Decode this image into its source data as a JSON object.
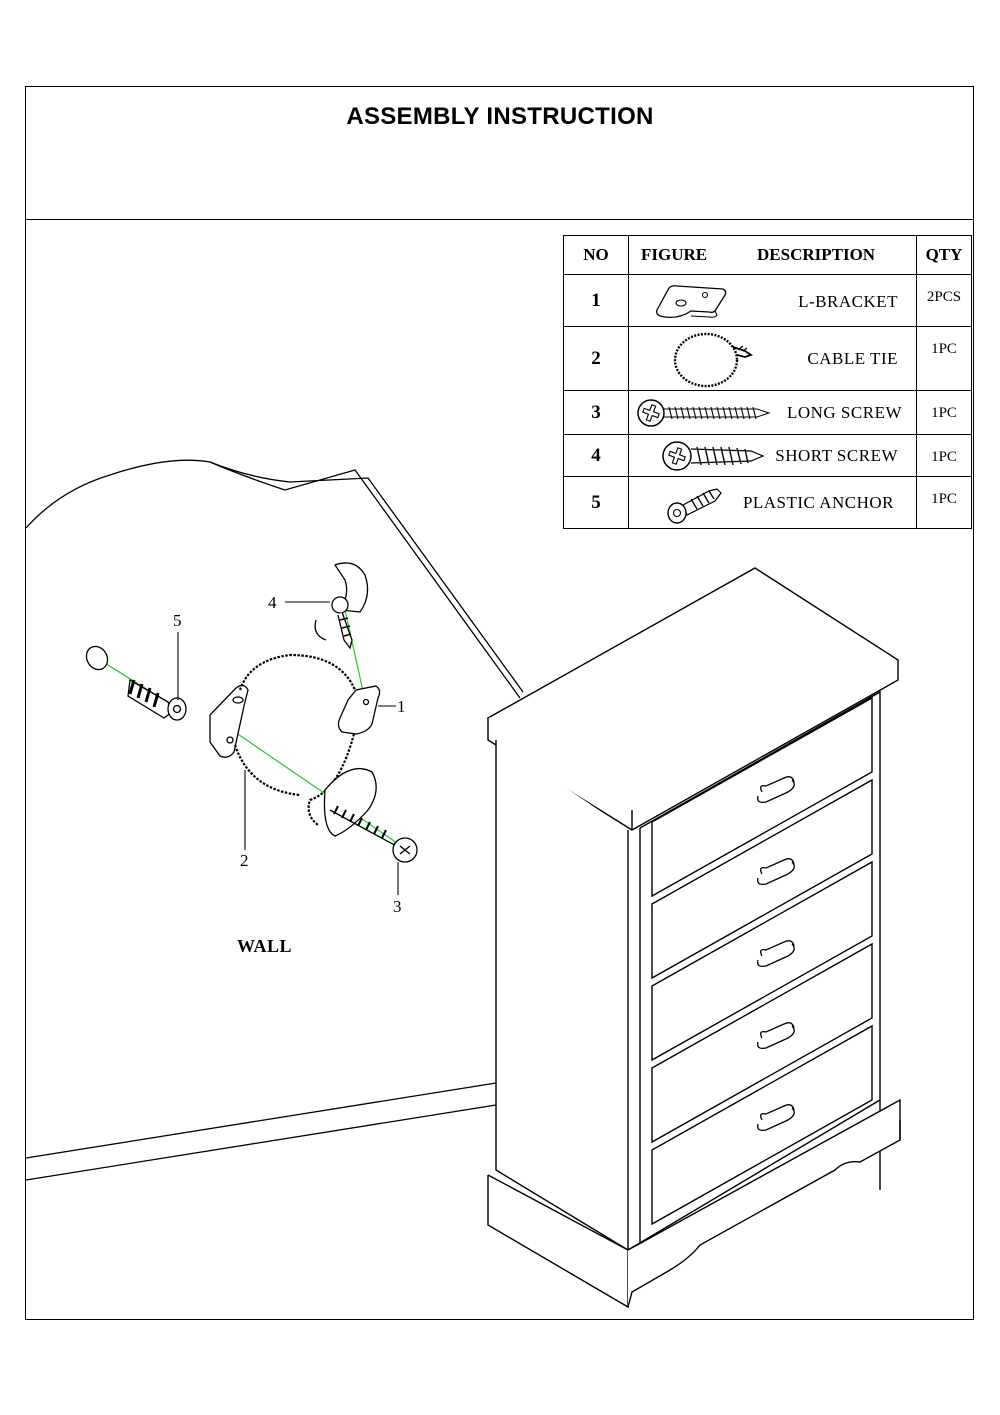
{
  "title": "ASSEMBLY INSTRUCTION",
  "table": {
    "headers": {
      "no": "NO",
      "figure": "FIGURE",
      "description": "DESCRIPTION",
      "qty": "QTY"
    },
    "rows": [
      {
        "no": "1",
        "description": "L-BRACKET",
        "qty": "2PCS",
        "icon": "l-bracket-icon"
      },
      {
        "no": "2",
        "description": "CABLE TIE",
        "qty": "1PC",
        "icon": "cable-tie-icon"
      },
      {
        "no": "3",
        "description": "LONG SCREW",
        "qty": "1PC",
        "icon": "long-screw-icon"
      },
      {
        "no": "4",
        "description": "SHORT SCREW",
        "qty": "1PC",
        "icon": "short-screw-icon"
      },
      {
        "no": "5",
        "description": "PLASTIC ANCHOR",
        "qty": "1PC",
        "icon": "plastic-anchor-icon"
      }
    ]
  },
  "diagram": {
    "callouts": [
      "1",
      "2",
      "3",
      "4",
      "5"
    ],
    "wall_label": "WALL"
  },
  "colors": {
    "line": "#000000",
    "guide": "#22cc22"
  }
}
